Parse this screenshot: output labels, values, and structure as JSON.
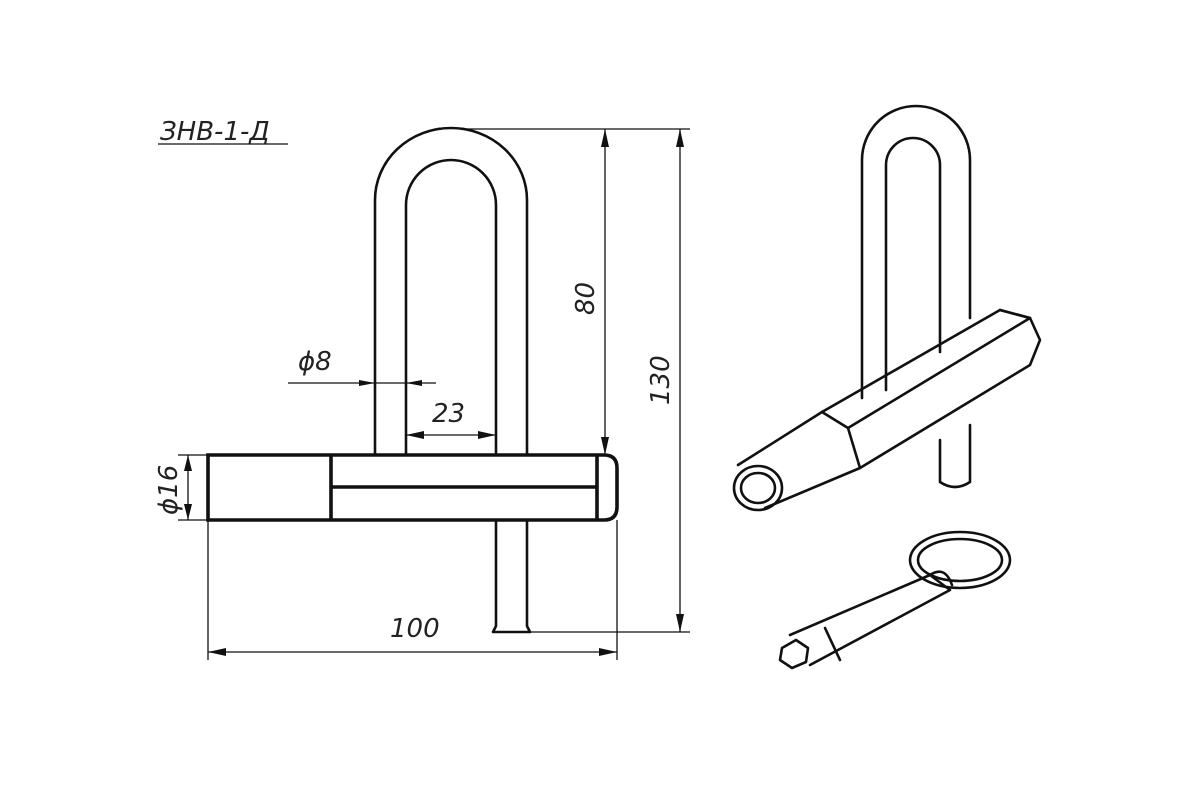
{
  "title": "ЗНВ-1-Д",
  "dimensions": {
    "shackle_height": "80",
    "total_height": "130",
    "total_width": "100",
    "body_diameter": "ϕ16",
    "rod_diameter": "ϕ8",
    "inner_width": "23"
  },
  "colors": {
    "line": "#111111",
    "background": "#ffffff"
  }
}
